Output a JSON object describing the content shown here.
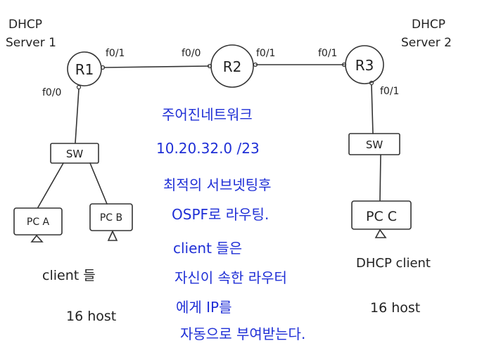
{
  "colors": {
    "ink": "#222222",
    "note_ink": "#1f2fd6",
    "background": "#ffffff"
  },
  "servers": {
    "dhcp1": {
      "line1": "DHCP",
      "line2": "Server 1"
    },
    "dhcp2": {
      "line1": "DHCP",
      "line2": "Server 2"
    }
  },
  "routers": {
    "r1": "R1",
    "r2": "R2",
    "r3": "R3"
  },
  "interfaces": {
    "r1_right": "f0/1",
    "r2_left": "f0/0",
    "r2_right": "f0/1",
    "r3_left": "f0/1",
    "r1_bottom": "f0/0",
    "r3_bottom": "f0/1"
  },
  "switches": {
    "left": "SW",
    "right": "SW"
  },
  "pcs": {
    "pca": "PC A",
    "pcb": "PC B",
    "pcc": "PC C"
  },
  "labels": {
    "left_clients": "client 들",
    "left_hosts": "16 host",
    "right_client": "DHCP client",
    "right_hosts": "16 host"
  },
  "notes": [
    "주어진네트워크",
    "10.20.32.0  /23",
    "최적의 서브넷팅후",
    "OSPF로 라우팅.",
    "client 들은",
    "자신이 속한 라우터",
    "에게 IP를",
    "자동으로 부여받는다."
  ]
}
